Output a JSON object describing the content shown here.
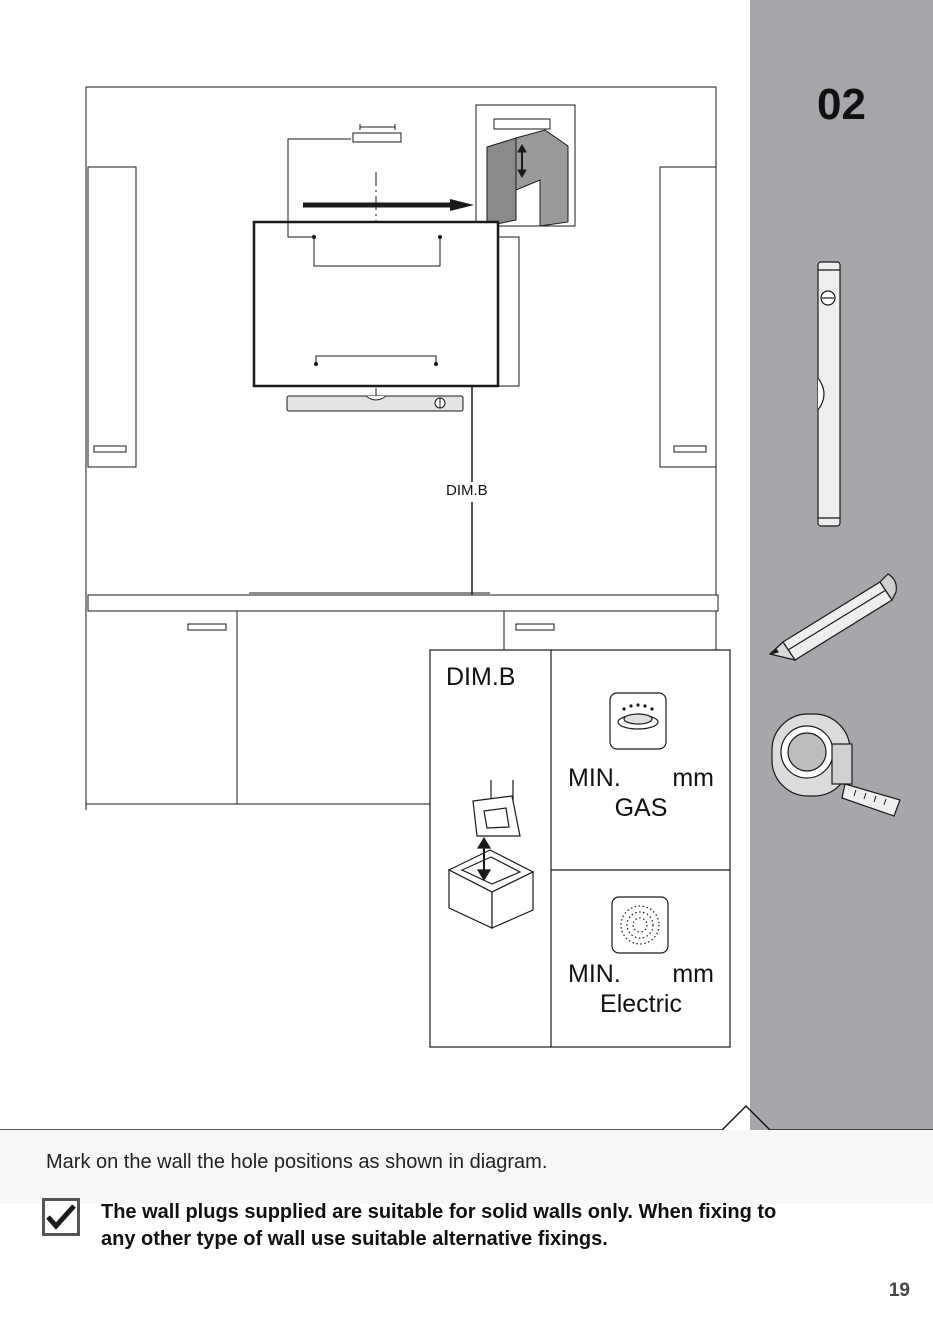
{
  "step": {
    "number": "02"
  },
  "diagram": {
    "wall_dim_label": "DIM.B",
    "box_dim_label": "DIM.B",
    "gas": {
      "min_label": "MIN.",
      "unit": "mm",
      "fuel": "GAS"
    },
    "electric": {
      "min_label": "MIN.",
      "unit": "mm",
      "fuel": "Electric"
    }
  },
  "tools": [
    "spirit-level",
    "pencil",
    "tape-measure"
  ],
  "footer": {
    "instruction": "Mark on the wall the hole positions as shown in diagram.",
    "note_line1": "The wall plugs supplied are suitable for solid walls only. When fixing to",
    "note_line2": "any other type of wall use suitable alternative fixings."
  },
  "page_number": "19",
  "colors": {
    "side_panel": "#a6a7ab",
    "footer_bg": "#f8f7f5",
    "line": "#1a1a1a"
  }
}
